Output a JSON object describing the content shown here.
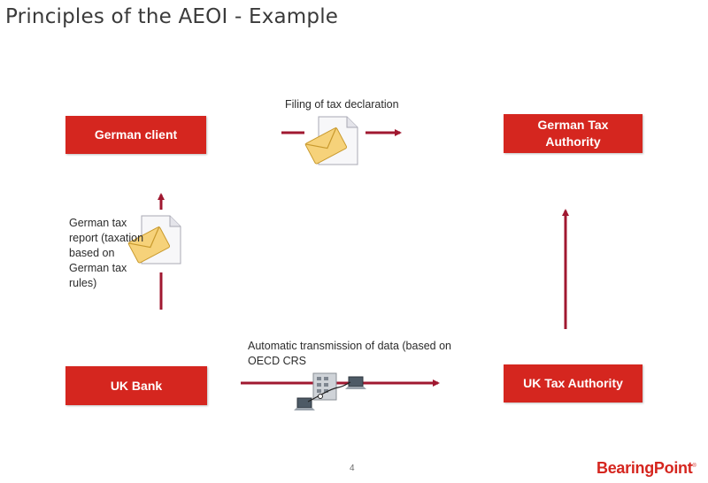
{
  "title": "Principles of the AEOI - Example",
  "boxes": {
    "german_client": "German client",
    "german_tax_authority": "German Tax Authority",
    "uk_bank": "UK Bank",
    "uk_tax_authority": "UK Tax Authority"
  },
  "labels": {
    "filing": "Filing of tax declaration",
    "german_tax_report": "German tax report (taxation based on German tax rules)",
    "automatic_transmission": "Automatic transmission of data (based on OECD CRS"
  },
  "page_number": "4",
  "logo_text": "BearingPoint",
  "colors": {
    "accent": "#d5261f",
    "arrow": "#a01830"
  }
}
